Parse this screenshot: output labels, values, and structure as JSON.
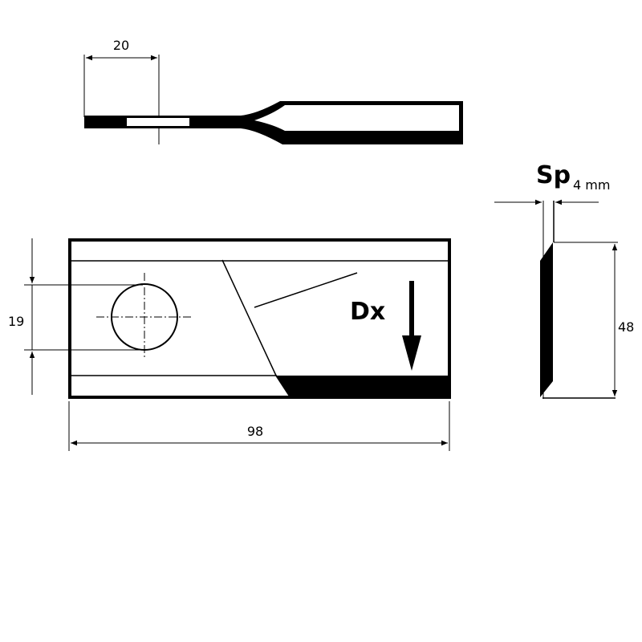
{
  "drawing": {
    "dim_slot_offset": "20",
    "dim_hole_spacing": "19",
    "dim_length": "98",
    "dim_height": "48",
    "thickness_symbol": "Sp",
    "thickness_value": "4 mm",
    "rotation_label": "Dx"
  }
}
